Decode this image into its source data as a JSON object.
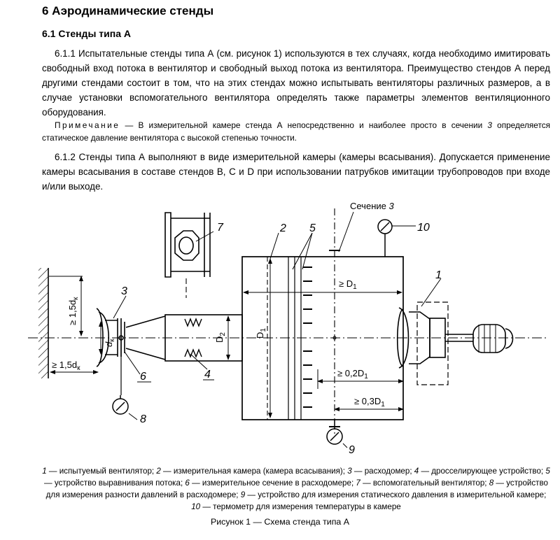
{
  "section_title": "6 Аэродинамические стенды",
  "subsection_title": "6.1 Стенды типа А",
  "paragraph_1": "6.1.1 Испытательные стенды типа А (см. рисунок 1) используются в тех случаях, когда необходимо имитировать свободный вход потока в вентилятор и свободный выход потока из вентилятора. Преимущество стендов А перед другими стендами состоит в том, что на этих стендах можно испытывать вентиляторы различных размеров, а в случае установки вспомогательного вентилятора определять также параметры элементов вентиляционного оборудования.",
  "note": {
    "label": "Примечание",
    "text": " — В измерительной камере стенда А непосредственно и наиболее просто в сечении ",
    "section_number": "3",
    "text_end": " определяется статическое давление вентилятора с высокой степенью точности."
  },
  "paragraph_2": "6.1.2 Стенды типа А выполняют в виде измерительной камеры (камеры всасывания). Допускается применение камеры всасывания в составе стендов В, С и D при использовании патрубков имитации трубопроводов при входе и/или выходе.",
  "figure": {
    "section_label": "Сечение",
    "section_label_number": "3",
    "dim_D1_top": "≥ D",
    "dim_D1_sub": "1",
    "dim_D1_vertical": "D",
    "dim_D2_vertical": "D",
    "dim_D2_sub": "2",
    "dim_dk": "d",
    "dim_dk_sub": "к",
    "dim_15dk_vertical": "≥ 1,5d",
    "dim_15dk_horizontal": "≥ 1,5d",
    "dim_02D1": "≥ 0,2D",
    "dim_03D1": "≥ 0,3D",
    "callouts": [
      "1",
      "2",
      "3",
      "4",
      "5",
      "6",
      "7",
      "8",
      "9",
      "10"
    ]
  },
  "caption": {
    "parts": [
      {
        "num": "1",
        "text": " — испытуемый вентилятор; "
      },
      {
        "num": "2",
        "text": " — измерительная камера (камера всасывания); "
      },
      {
        "num": "3",
        "text": " — расходомер; "
      },
      {
        "num": "4",
        "text": " — дросселирующее устройство; "
      },
      {
        "num": "5",
        "text": " — устройство выравнивания потока; "
      },
      {
        "num": "6",
        "text": " — измерительное сечение в расходомере; "
      },
      {
        "num": "7",
        "text": " — вспомогательный вентилятор; "
      },
      {
        "num": "8",
        "text": " — устройство для измерения разности давлений в расходомере; "
      },
      {
        "num": "9",
        "text": " — устройство для измерения статического давления в измерительной камере; "
      },
      {
        "num": "10",
        "text": " — термометр для измерения температуры в камере"
      }
    ]
  },
  "figure_title": "Рисунок 1 — Схема стенда типа А"
}
